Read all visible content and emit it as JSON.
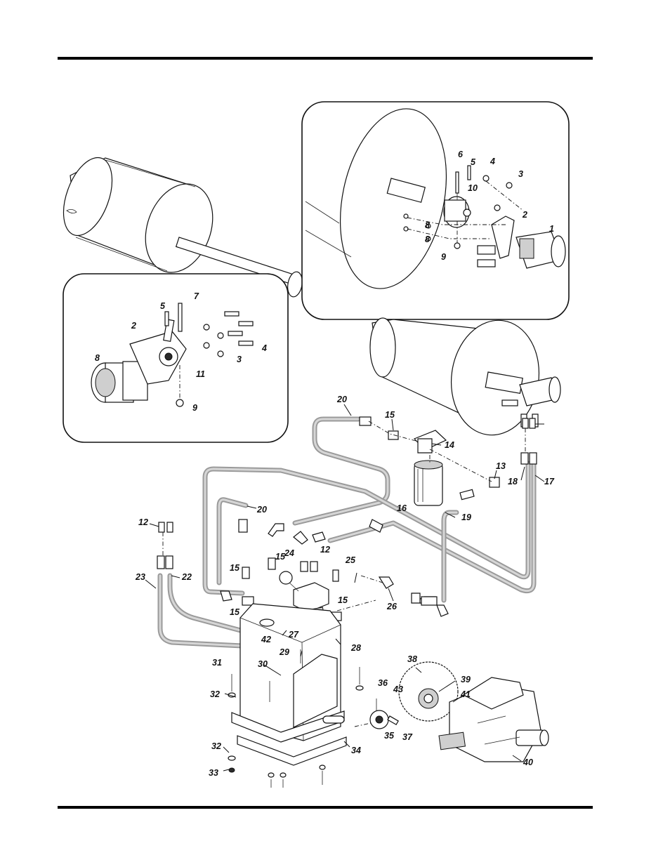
{
  "callouts": {
    "c1": "1",
    "c2": "2",
    "c3": "3",
    "c4": "4",
    "c5": "5",
    "c6": "6",
    "c8a": "8",
    "c8b": "8",
    "c9": "9",
    "c10": "10",
    "i2": "2",
    "i3": "3",
    "i4": "4",
    "i5": "5",
    "i7": "7",
    "i8": "8",
    "i9": "9",
    "i11": "11",
    "n12a": "12",
    "n12b": "12",
    "n13": "13",
    "n14": "14",
    "n15a": "15",
    "n15b": "15",
    "n15c": "15",
    "n15d": "15",
    "n15e": "15",
    "n16": "16",
    "n17": "17",
    "n18": "18",
    "n19": "19",
    "n20a": "20",
    "n20b": "20",
    "n22": "22",
    "n23": "23",
    "n24": "24",
    "n25": "25",
    "n26": "26",
    "n27": "27",
    "n28": "28",
    "n29": "29",
    "n30": "30",
    "n31": "31",
    "n32a": "32",
    "n32b": "32",
    "n33": "33",
    "n34": "34",
    "n35": "35",
    "n36": "36",
    "n37": "37",
    "n38": "38",
    "n39": "39",
    "n40": "40",
    "n41": "41",
    "n42": "42",
    "n43": "43"
  }
}
